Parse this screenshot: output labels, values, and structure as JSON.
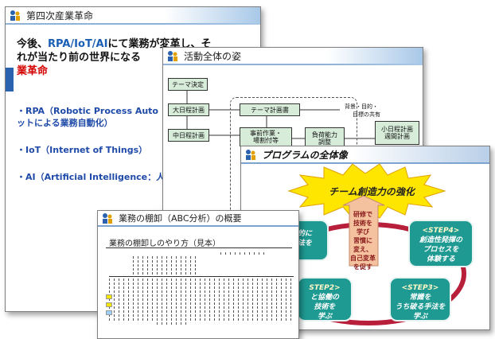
{
  "slide1": {
    "title": "第四次産業革命",
    "heading_part1": "今後、",
    "heading_blue": "RPA/IoT/AI",
    "heading_part2": "にて業務が変革し、そ",
    "heading_line2": "れが当たり前の世界になる",
    "heading_red": "業革命",
    "bullets": [
      "・RPA（Robotic Process Auto",
      "ットによる業務自動化）",
      "・IoT（Internet of Things）",
      "・AI（Artificial Intelligence：人"
    ]
  },
  "slide2": {
    "title": "活動全体の姿",
    "boxes": [
      "テーマ決定",
      "大日程計画",
      "テーマ計画書",
      "中日程計画",
      "事前作業・\n場割付等",
      "負荷能力\n調整",
      "小日程計画\n週間計画"
    ],
    "note1": "背景・目的・",
    "note2": "目標の共有"
  },
  "slide3": {
    "title": "プログラムの全体像",
    "burst": "チーム創造力の強化",
    "center": "研修で\n技術を\n学び\n習慣に\n変え、\n自己変革\nを促す",
    "step4_title": "<STEP4>",
    "step4_body": "創造性発揮の\nプロセスを\n体験する",
    "step3_title": "<STEP3>",
    "step3_body": "常識を\nうち破る手法を\n学ぶ",
    "step2_title": "STEP2>",
    "step2_body": "と協働の\n技術を\n学ぶ",
    "step1_frag": "的に\n法を",
    "colors": {
      "step": "#1e9a92",
      "burst": "#ffe600",
      "arrow": "#f5c2a0"
    }
  },
  "slide4": {
    "title": "業務の棚卸（ABC分析）の概要",
    "subtitle": "業務の棚卸しのやり方（見本）"
  }
}
